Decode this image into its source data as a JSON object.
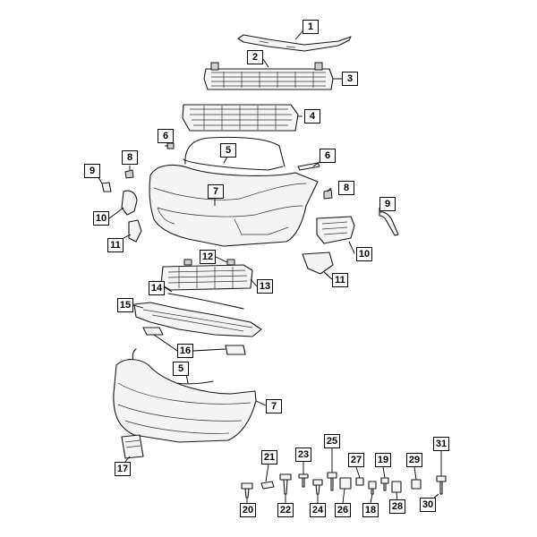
{
  "callouts": {
    "c1": "1",
    "c2": "2",
    "c3": "3",
    "c4": "4",
    "c5a": "5",
    "c6a": "6",
    "c6b": "6",
    "c7a": "7",
    "c8a": "8",
    "c8b": "8",
    "c9a": "9",
    "c9b": "9",
    "c10a": "10",
    "c10b": "10",
    "c11a": "11",
    "c11b": "11",
    "c12": "12",
    "c13": "13",
    "c14": "14",
    "c15": "15",
    "c16": "16",
    "c5b": "5",
    "c7b": "7",
    "c17": "17",
    "c20": "20",
    "c21": "21",
    "c22": "22",
    "c23": "23",
    "c24": "24",
    "c25": "25",
    "c26": "26",
    "c27": "27",
    "c18": "18",
    "c19": "19",
    "c28": "28",
    "c29": "29",
    "c30": "30",
    "c31": "31"
  }
}
